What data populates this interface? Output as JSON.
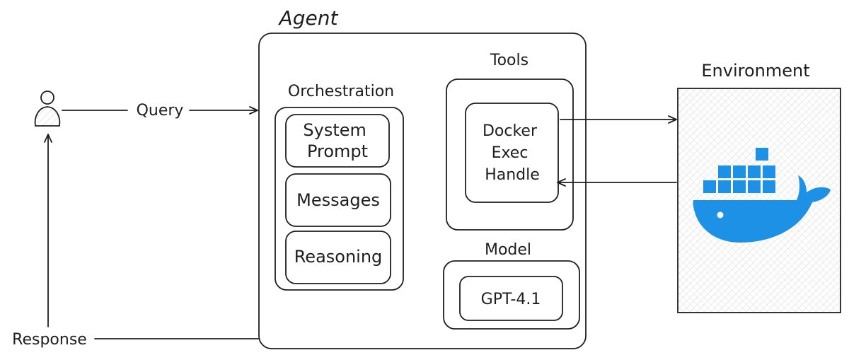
{
  "agent": {
    "title": "Agent",
    "orchestration": {
      "title": "Orchestration",
      "items": [
        {
          "lines": [
            "System",
            "Prompt"
          ]
        },
        {
          "lines": [
            "Messages"
          ]
        },
        {
          "lines": [
            "Reasoning"
          ]
        }
      ]
    },
    "tools": {
      "title": "Tools",
      "handle_lines": [
        "Docker",
        "Exec",
        "Handle"
      ]
    },
    "model": {
      "title": "Model",
      "name": "GPT-4.1"
    }
  },
  "environment": {
    "title": "Environment",
    "icon": "docker-whale-icon",
    "logo_color": "#1d91e6",
    "hatch_color": "#c9c9c9"
  },
  "user": {
    "icon": "user-icon",
    "query_label": "Query",
    "response_label": "Response"
  }
}
